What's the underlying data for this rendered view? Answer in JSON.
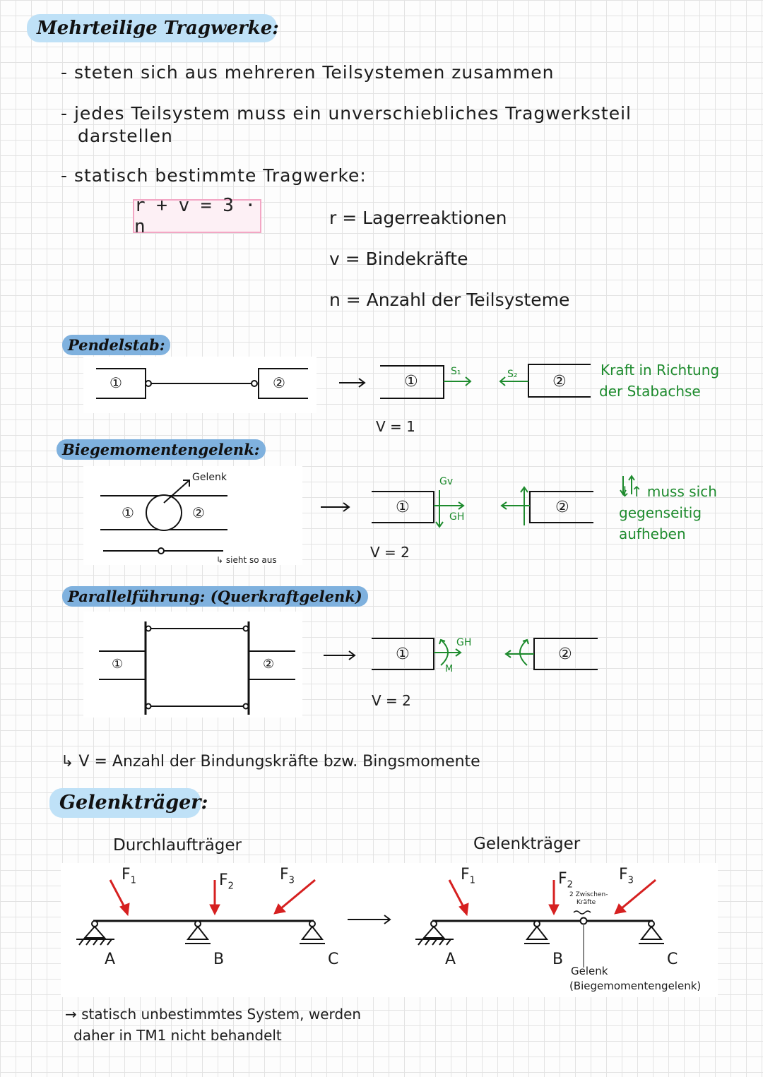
{
  "title": "Mehrteilige Tragwerke:",
  "bullets": [
    "- steten sich aus mehreren Teilsystemen zusammen",
    "- jedes Teilsystem muss ein unverschiebliches Tragwerksteil",
    "darstellen",
    "- statisch bestimmte Tragwerke:"
  ],
  "formula": "r + v = 3 · n",
  "definitions": [
    "r = Lagerreaktionen",
    "v = Bindekräfte",
    "n = Anzahl der Teilsysteme"
  ],
  "pendelstab": {
    "heading": "Pendelstab:",
    "part1": "①",
    "part2": "②",
    "s1": "S₁",
    "s2": "S₂",
    "v": "V = 1",
    "note_line1": "Kraft in Richtung",
    "note_line2": "der Stabachse"
  },
  "biege": {
    "heading": "Biegemomentengelenk:",
    "gelenk_label": "Gelenk",
    "sieht": "↳ sieht so aus",
    "part1": "①",
    "part2": "②",
    "gv": "Gv",
    "gh": "GH",
    "v": "V = 2",
    "note_line1": "↓↑ muss sich",
    "note_line2": "gegenseitig",
    "note_line3": "aufheben"
  },
  "parallel": {
    "heading": "Parallelführung: (Querkraftgelenk)",
    "part1": "①",
    "part2": "②",
    "gh": "GH",
    "m": "M",
    "v": "V = 2"
  },
  "v_note": "↳ V = Anzahl der Bindungskräfte bzw. Bingsmomente",
  "gelenktraeger": {
    "heading": "Gelenkträger:",
    "left_title": "Durchlaufträger",
    "right_title": "Gelenkträger",
    "f1": "F",
    "f2": "F",
    "f3": "F",
    "sub1": "1",
    "sub2": "2",
    "sub3": "3",
    "a": "A",
    "b": "B",
    "c": "C",
    "zwischen_line1": "2 Zwischen-",
    "zwischen_line2": "Kräfte",
    "gelenk_line1": "Gelenk",
    "gelenk_line2": "(Biegemomentengelenk)"
  },
  "footer_line1": "→ statisch unbestimmtes System, werden",
  "footer_line2": "daher in TM1 nicht behandelt",
  "colors": {
    "title_bg": "#bfe1f7",
    "heading_bg": "#7fb1de",
    "formula_border": "#f3a6c4",
    "green": "#1e8b2e",
    "force_red": "#d62020"
  }
}
